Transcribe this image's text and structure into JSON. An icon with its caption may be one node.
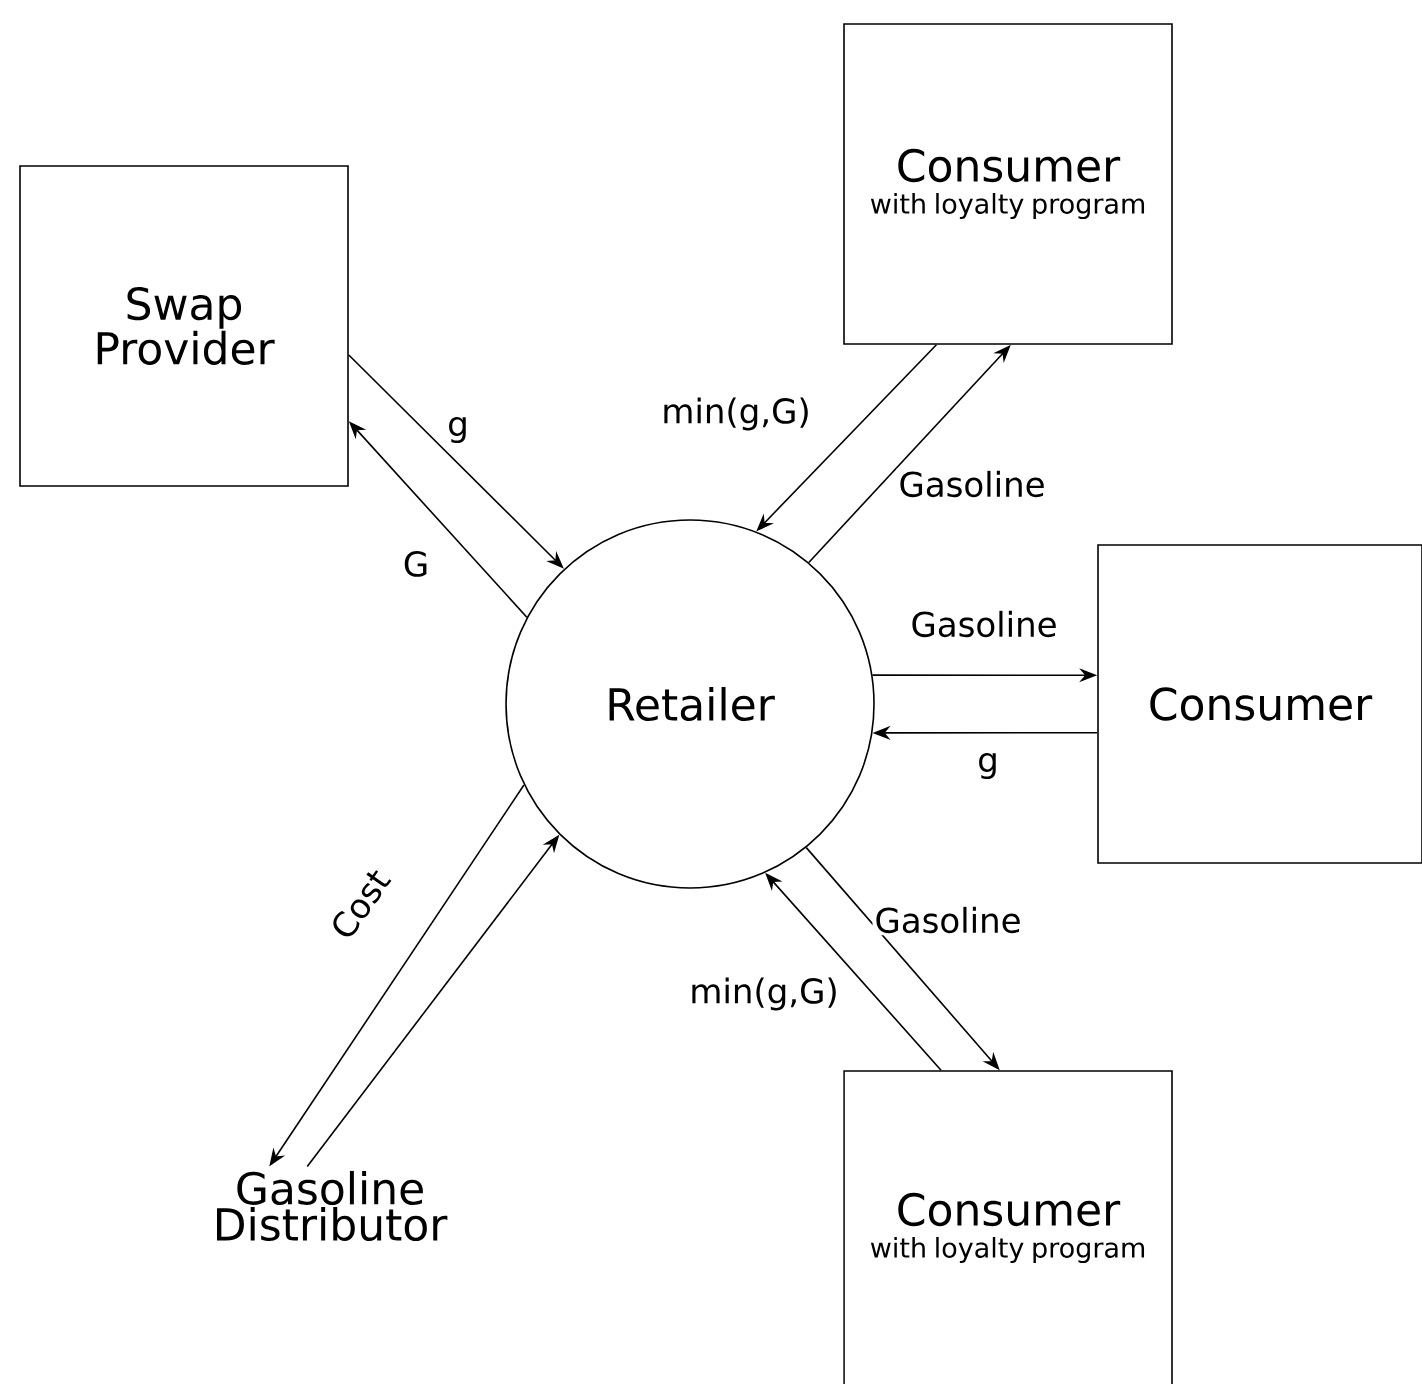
{
  "diagram": {
    "nodes": [
      {
        "text": [
          "Swap Provider"
        ]
      },
      {
        "text": [
          "Consumer",
          "with loyalty program"
        ]
      },
      {
        "text": [
          "Retailer"
        ]
      },
      {
        "text": [
          "Consumer"
        ]
      },
      {
        "text": [
          "Gasoline Distributor"
        ]
      },
      {
        "text": [
          "Consumer",
          "with loyalty program"
        ]
      }
    ],
    "edges": [
      {
        "from": 0,
        "to": 2,
        "arrow": "to",
        "label": "g"
      },
      {
        "from": 2,
        "to": 0,
        "arrow": "to",
        "label": "G"
      },
      {
        "from": 1,
        "to": 2,
        "arrow": "to",
        "label": "min(g,G)"
      },
      {
        "from": 2,
        "to": 1,
        "arrow": "to",
        "label": "Gasoline"
      },
      {
        "from": 2,
        "to": 3,
        "arrow": "to",
        "label": "Gasoline"
      },
      {
        "from": 3,
        "to": 2,
        "arrow": "to",
        "label": "g"
      },
      {
        "from": 2,
        "to": 5,
        "arrow": "to",
        "label": "Gasoline"
      },
      {
        "from": 5,
        "to": 2,
        "arrow": "to",
        "label": "min(g,G)"
      },
      {
        "from": 2,
        "to": 4,
        "arrow": "to",
        "label": "Cost"
      },
      {
        "from": 4,
        "to": 2,
        "arrow": "to"
      }
    ]
  }
}
